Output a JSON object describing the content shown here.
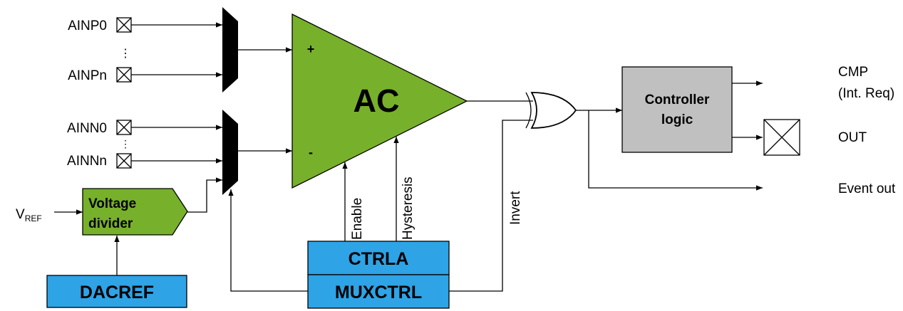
{
  "inputs": {
    "ainp0": "AINP0",
    "ainpn": "AINPn",
    "ainn0": "AINN0",
    "ainnn": "AINNn",
    "vref_main": "V",
    "vref_sub": "REF"
  },
  "comparator": {
    "label": "AC",
    "plus": "+",
    "minus": "-"
  },
  "voltage_divider": {
    "line1": "Voltage",
    "line2": "divider"
  },
  "registers": {
    "dacref": "DACREF",
    "ctrla": "CTRLA",
    "muxctrl": "MUXCTRL"
  },
  "signals": {
    "enable": "Enable",
    "hysteresis": "Hysteresis",
    "invert": "Invert"
  },
  "controller": {
    "line1": "Controller",
    "line2": "logic"
  },
  "outputs": {
    "cmp_line1": "CMP",
    "cmp_line2": "(Int. Req)",
    "out": "OUT",
    "event_out": "Event out"
  },
  "colors": {
    "comparator_fill": "#77b02a",
    "divider_fill": "#77b02a",
    "register_fill": "#2ea3e6",
    "controller_fill": "#c0c0c0"
  }
}
